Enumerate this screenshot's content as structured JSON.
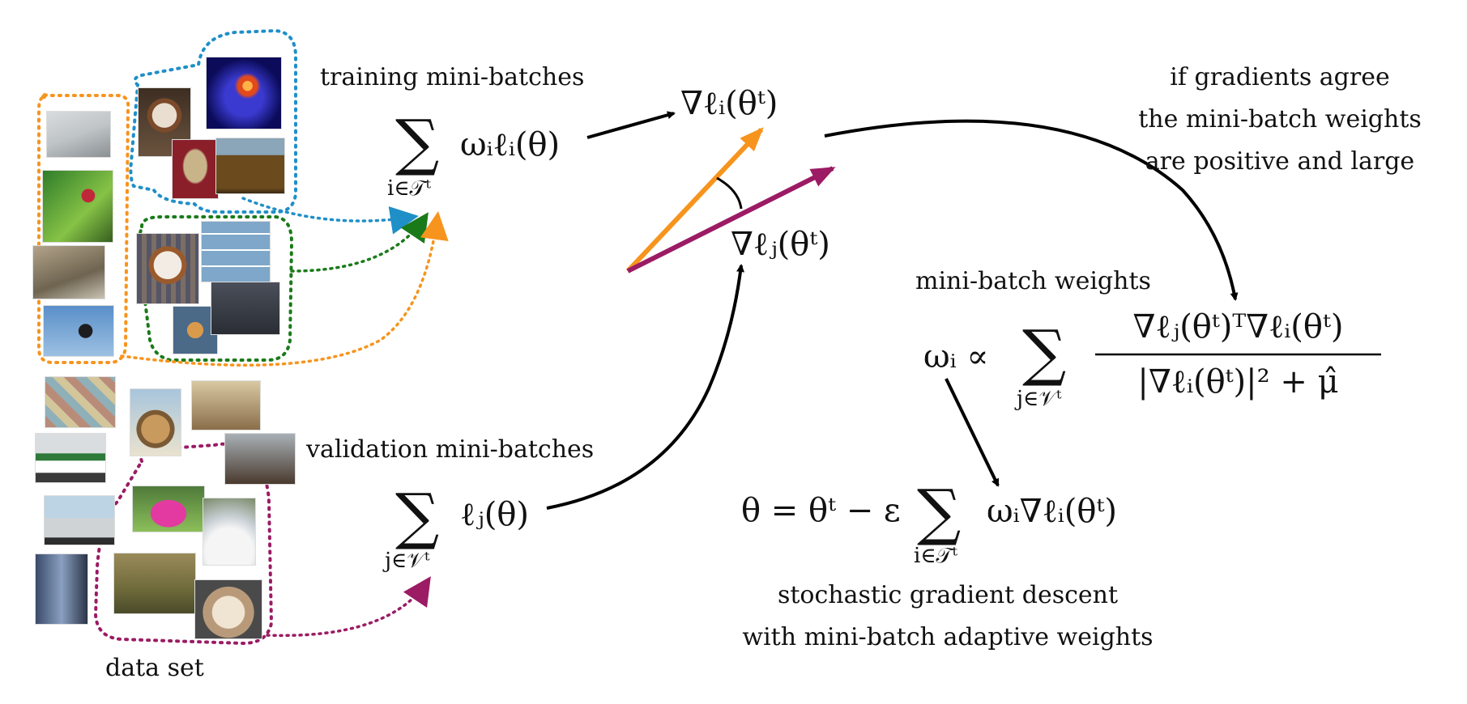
{
  "labels": {
    "training": "training mini-batches",
    "validation": "validation mini-batches",
    "dataset": "data set",
    "agree_1": "if gradients agree",
    "agree_2": "the mini-batch weights",
    "agree_3": "are positive and large",
    "weights_title": "mini-batch weights",
    "sgd_1": "stochastic gradient descent",
    "sgd_2": "with mini-batch adaptive weights"
  },
  "formulas": {
    "train_sum_body": "ωᵢℓᵢ(θ)",
    "train_sum_index": "i∈𝒯ᵗ",
    "val_sum_body": "ℓⱼ(θ)",
    "val_sum_index": "j∈𝒱ᵗ",
    "grad_i": "∇ℓᵢ(θᵗ)",
    "grad_j": "∇ℓⱼ(θᵗ)",
    "weight_lhs": "ωᵢ ∝",
    "weight_index": "j∈𝒱ᵗ",
    "weight_numerator": "∇ℓⱼ(θᵗ)ᵀ∇ℓᵢ(θᵗ)",
    "weight_denominator": "|∇ℓᵢ(θᵗ)|² + μ̂",
    "update_lhs": "θ = θᵗ − ε",
    "update_body": "ωᵢ∇ℓᵢ(θᵗ)",
    "update_index": "i∈𝒯ᵗ",
    "sum_symbol": "∑"
  },
  "colors": {
    "orange": "#f7941d",
    "blue": "#1f8fc8",
    "green": "#1a7a1a",
    "purple": "#9b1b64",
    "black": "#000000"
  }
}
